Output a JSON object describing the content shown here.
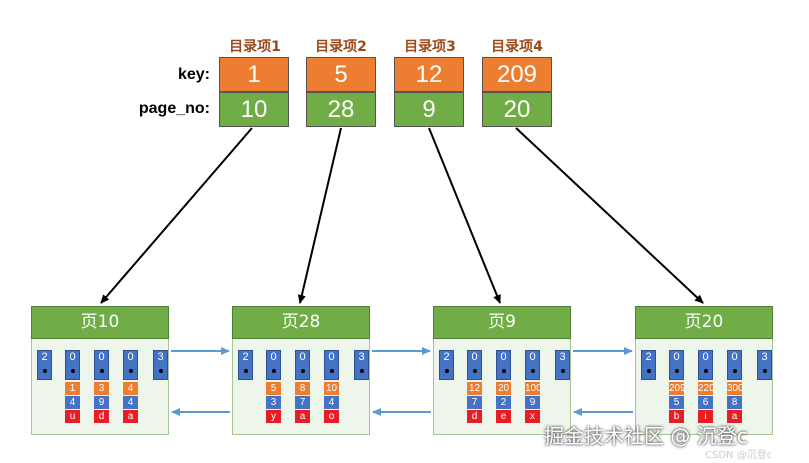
{
  "labels": {
    "key": "key:",
    "page_no": "page_no:"
  },
  "directory": [
    {
      "title": "目录项1",
      "key": "1",
      "page_no": "10"
    },
    {
      "title": "目录项2",
      "key": "5",
      "page_no": "28"
    },
    {
      "title": "目录项3",
      "key": "12",
      "page_no": "9"
    },
    {
      "title": "目录项4",
      "key": "209",
      "page_no": "20"
    }
  ],
  "pages": [
    {
      "title": "页10",
      "slots": [
        "2",
        "0",
        "0",
        "0",
        "3"
      ],
      "records": [
        {
          "key": "1",
          "num": "4",
          "ch": "u"
        },
        {
          "key": "3",
          "num": "9",
          "ch": "d"
        },
        {
          "key": "4",
          "num": "4",
          "ch": "a"
        }
      ]
    },
    {
      "title": "页28",
      "slots": [
        "2",
        "0",
        "0",
        "0",
        "3"
      ],
      "records": [
        {
          "key": "5",
          "num": "3",
          "ch": "y"
        },
        {
          "key": "8",
          "num": "7",
          "ch": "a"
        },
        {
          "key": "10",
          "num": "4",
          "ch": "o"
        }
      ]
    },
    {
      "title": "页9",
      "slots": [
        "2",
        "0",
        "0",
        "0",
        "3"
      ],
      "records": [
        {
          "key": "12",
          "num": "7",
          "ch": "d"
        },
        {
          "key": "20",
          "num": "2",
          "ch": "e"
        },
        {
          "key": "100",
          "num": "9",
          "ch": "x"
        }
      ]
    },
    {
      "title": "页20",
      "slots": [
        "2",
        "0",
        "0",
        "0",
        "3"
      ],
      "records": [
        {
          "key": "209",
          "num": "5",
          "ch": "b"
        },
        {
          "key": "220",
          "num": "6",
          "ch": "i"
        },
        {
          "key": "300",
          "num": "8",
          "ch": "a"
        }
      ]
    }
  ],
  "watermark": {
    "main": "掘金技术社区 @ 沉登c",
    "sub": "CSDN @沉登c"
  },
  "colors": {
    "key": "#ed7d31",
    "page_no": "#70ad47",
    "record": "#4472c4",
    "char": "#e81c25",
    "link": "#5b9bd5"
  }
}
